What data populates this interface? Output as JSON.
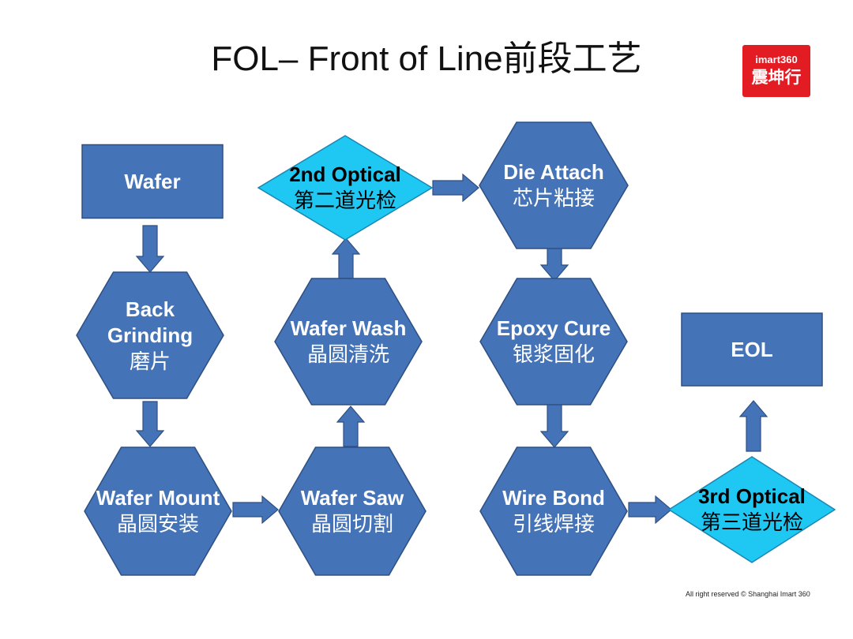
{
  "title": "FOL– Front of Line前段工艺",
  "logo": {
    "line1": "imart360",
    "line2": "震坤行"
  },
  "footer": "All right reserved © Shanghai Imart 360",
  "colors": {
    "process_fill": "#4473b8",
    "process_stroke": "#2e4f82",
    "inspection_fill": "#1fc8f2",
    "inspection_stroke": "#1a86b3",
    "arrow_fill": "#4473b8",
    "arrow_stroke": "#2e4f82",
    "logo": "#e31b23"
  },
  "nodes": [
    {
      "id": "wafer",
      "shape": "rectangle",
      "en": "Wafer",
      "zh": ""
    },
    {
      "id": "back-grinding",
      "shape": "hexagon",
      "en": "Back\nGrinding",
      "zh": "磨片"
    },
    {
      "id": "wafer-mount",
      "shape": "hexagon",
      "en": "Wafer Mount",
      "zh": "晶圆安装"
    },
    {
      "id": "wafer-saw",
      "shape": "hexagon",
      "en": "Wafer Saw",
      "zh": "晶圆切割"
    },
    {
      "id": "wafer-wash",
      "shape": "hexagon",
      "en": "Wafer Wash",
      "zh": "晶圆清洗"
    },
    {
      "id": "second-optical",
      "shape": "diamond",
      "en": "2nd Optical",
      "zh": "第二道光检"
    },
    {
      "id": "die-attach",
      "shape": "hexagon",
      "en": "Die Attach",
      "zh": "芯片粘接"
    },
    {
      "id": "epoxy-cure",
      "shape": "hexagon",
      "en": "Epoxy Cure",
      "zh": "银浆固化"
    },
    {
      "id": "wire-bond",
      "shape": "hexagon",
      "en": "Wire Bond",
      "zh": "引线焊接"
    },
    {
      "id": "third-optical",
      "shape": "diamond",
      "en": "3rd Optical",
      "zh": "第三道光检"
    },
    {
      "id": "eol",
      "shape": "rectangle",
      "en": "EOL",
      "zh": ""
    }
  ],
  "edges": [
    {
      "from": "wafer",
      "to": "back-grinding"
    },
    {
      "from": "back-grinding",
      "to": "wafer-mount"
    },
    {
      "from": "wafer-mount",
      "to": "wafer-saw"
    },
    {
      "from": "wafer-saw",
      "to": "wafer-wash"
    },
    {
      "from": "wafer-wash",
      "to": "second-optical"
    },
    {
      "from": "second-optical",
      "to": "die-attach"
    },
    {
      "from": "die-attach",
      "to": "epoxy-cure"
    },
    {
      "from": "epoxy-cure",
      "to": "wire-bond"
    },
    {
      "from": "wire-bond",
      "to": "third-optical"
    },
    {
      "from": "third-optical",
      "to": "eol"
    }
  ]
}
